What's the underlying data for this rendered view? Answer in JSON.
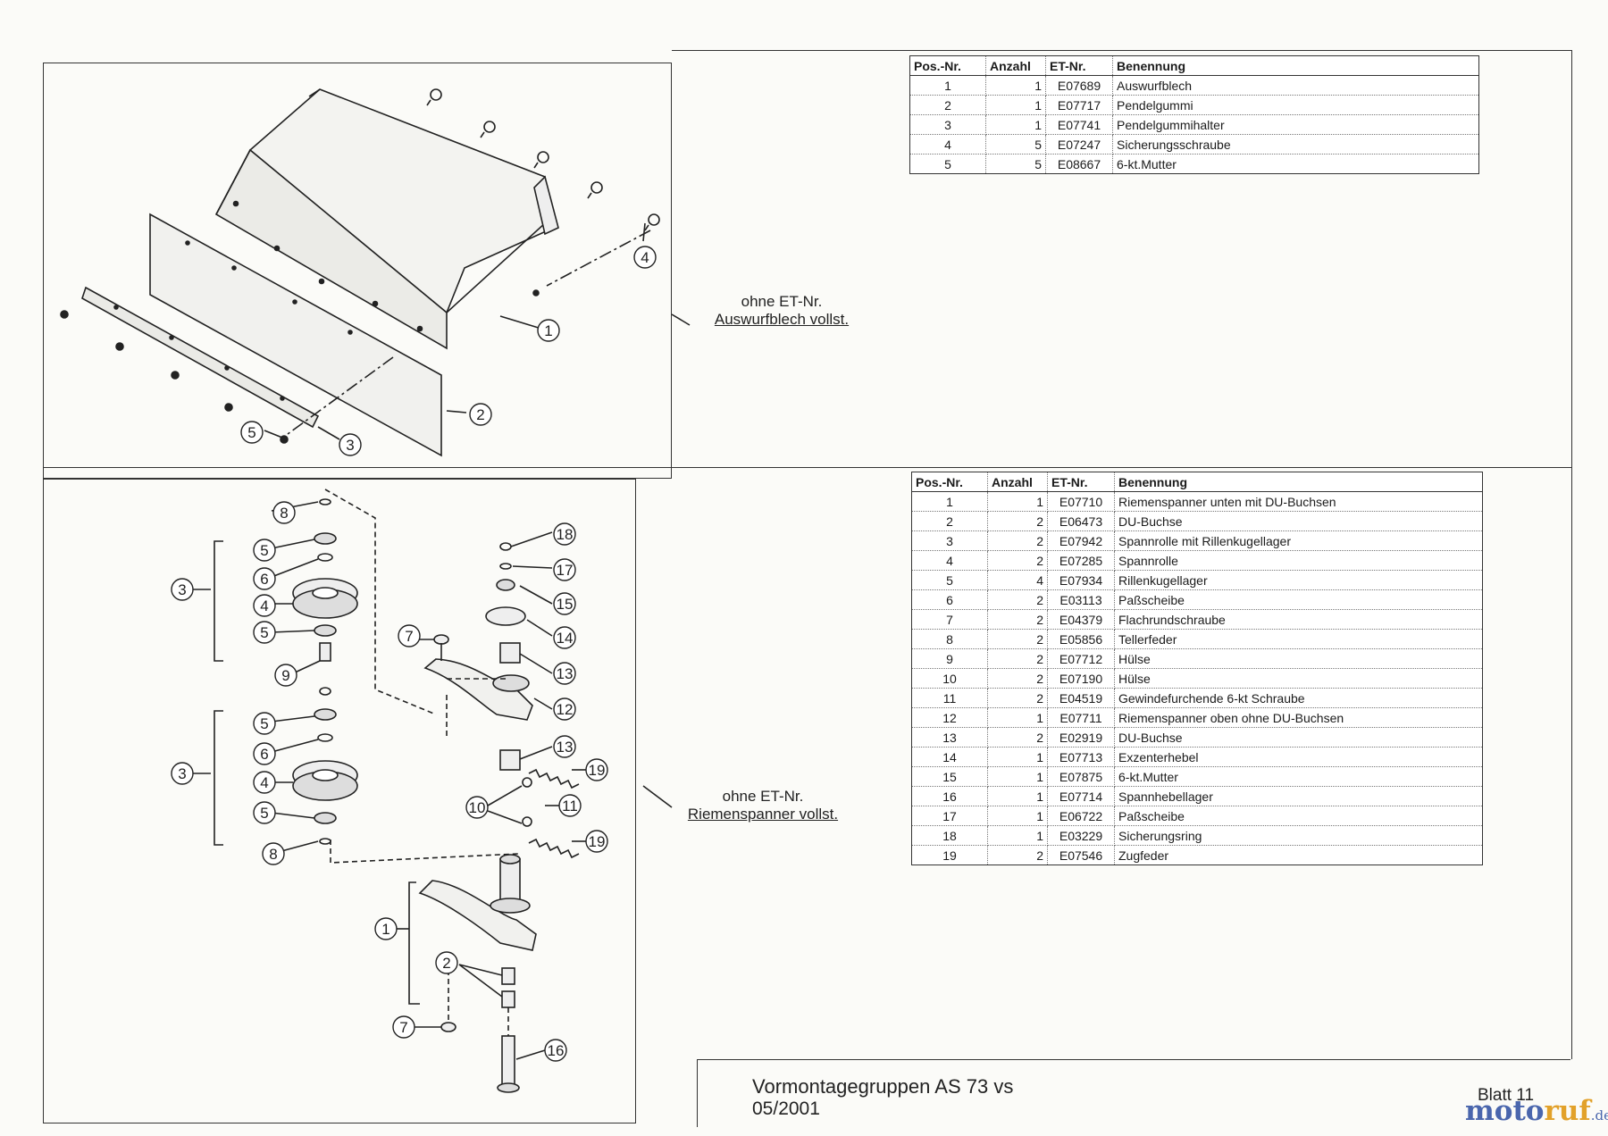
{
  "table1": {
    "headers": [
      "Pos.-Nr.",
      "Anzahl",
      "ET-Nr.",
      "Benennung"
    ],
    "rows": [
      [
        "1",
        "1",
        "E07689",
        "Auswurfblech"
      ],
      [
        "2",
        "1",
        "E07717",
        "Pendelgummi"
      ],
      [
        "3",
        "1",
        "E07741",
        "Pendelgummihalter"
      ],
      [
        "4",
        "5",
        "E07247",
        "Sicherungsschraube"
      ],
      [
        "5",
        "5",
        "E08667",
        "6-kt.Mutter"
      ]
    ]
  },
  "table2": {
    "headers": [
      "Pos.-Nr.",
      "Anzahl",
      "ET-Nr.",
      "Benennung"
    ],
    "rows": [
      [
        "1",
        "1",
        "E07710",
        "Riemenspanner unten mit DU-Buchsen"
      ],
      [
        "2",
        "2",
        "E06473",
        "DU-Buchse"
      ],
      [
        "3",
        "2",
        "E07942",
        "Spannrolle mit Rillenkugellager"
      ],
      [
        "4",
        "2",
        "E07285",
        "Spannrolle"
      ],
      [
        "5",
        "4",
        "E07934",
        "Rillenkugellager"
      ],
      [
        "6",
        "2",
        "E03113",
        "Paßscheibe"
      ],
      [
        "7",
        "2",
        "E04379",
        "Flachrundschraube"
      ],
      [
        "8",
        "2",
        "E05856",
        "Tellerfeder"
      ],
      [
        "9",
        "2",
        "E07712",
        "Hülse"
      ],
      [
        "10",
        "2",
        "E07190",
        "Hülse"
      ],
      [
        "11",
        "2",
        "E04519",
        "Gewindefurchende 6-kt Schraube"
      ],
      [
        "12",
        "1",
        "E07711",
        "Riemenspanner oben ohne DU-Buchsen"
      ],
      [
        "13",
        "2",
        "E02919",
        "DU-Buchse"
      ],
      [
        "14",
        "1",
        "E07713",
        "Exzenterhebel"
      ],
      [
        "15",
        "1",
        "E07875",
        "6-kt.Mutter"
      ],
      [
        "16",
        "1",
        "E07714",
        "Spannhebellager"
      ],
      [
        "17",
        "1",
        "E06722",
        "Paßscheibe"
      ],
      [
        "18",
        "1",
        "E03229",
        "Sicherungsring"
      ],
      [
        "19",
        "2",
        "E07546",
        "Zugfeder"
      ]
    ]
  },
  "notes": {
    "top_line1": "ohne ET-Nr.",
    "top_line2": "Auswurfblech vollst.",
    "bottom_line1": "ohne ET-Nr.",
    "bottom_line2": "Riemenspanner vollst."
  },
  "callouts_top": [
    "1",
    "2",
    "3",
    "4",
    "5"
  ],
  "callouts_bottom": [
    "8",
    "5",
    "6",
    "3",
    "4",
    "5",
    "9",
    "5",
    "6",
    "3",
    "4",
    "5",
    "8",
    "18",
    "17",
    "15",
    "14",
    "7",
    "13",
    "12",
    "13",
    "19",
    "10",
    "11",
    "19",
    "1",
    "2",
    "7",
    "16"
  ],
  "title": {
    "main": "Vormontagegruppen AS 73 vs",
    "date": "05/2001",
    "sheet": "Blatt 11"
  },
  "brand": {
    "part1": "moto",
    "part2": "ruf",
    "part3": ".de"
  },
  "colors": {
    "ink": "#1b1b1b",
    "brand_blue": "#4a66ad",
    "brand_orange": "#e2a12a"
  }
}
